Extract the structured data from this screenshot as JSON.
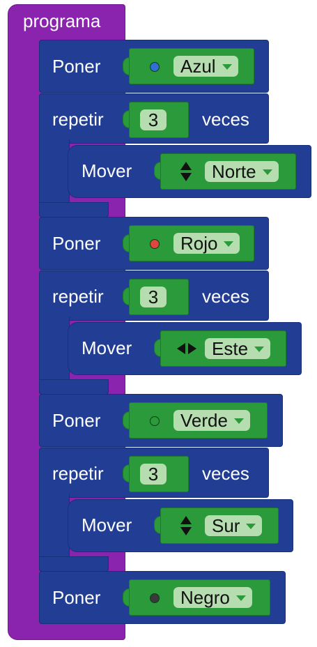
{
  "program": {
    "title": "programa"
  },
  "blocks": [
    {
      "type": "poner",
      "label": "Poner",
      "color_name": "Azul",
      "dot_color": "#2f6fd6"
    },
    {
      "type": "repetir",
      "label": "repetir",
      "count": "3",
      "suffix": "veces",
      "inner": {
        "label": "Mover",
        "direction": "Norte",
        "icon": "up-down-arrow-icon"
      }
    },
    {
      "type": "poner",
      "label": "Poner",
      "color_name": "Rojo",
      "dot_color": "#e0463c"
    },
    {
      "type": "repetir",
      "label": "repetir",
      "count": "3",
      "suffix": "veces",
      "inner": {
        "label": "Mover",
        "direction": "Este",
        "icon": "left-right-arrow-icon"
      }
    },
    {
      "type": "poner",
      "label": "Poner",
      "color_name": "Verde",
      "dot_color": "#2a9a3a"
    },
    {
      "type": "repetir",
      "label": "repetir",
      "count": "3",
      "suffix": "veces",
      "inner": {
        "label": "Mover",
        "direction": "Sur",
        "icon": "up-down-arrow-icon"
      }
    },
    {
      "type": "poner",
      "label": "Poner",
      "color_name": "Negro",
      "dot_color": "#3a3a3a"
    }
  ]
}
